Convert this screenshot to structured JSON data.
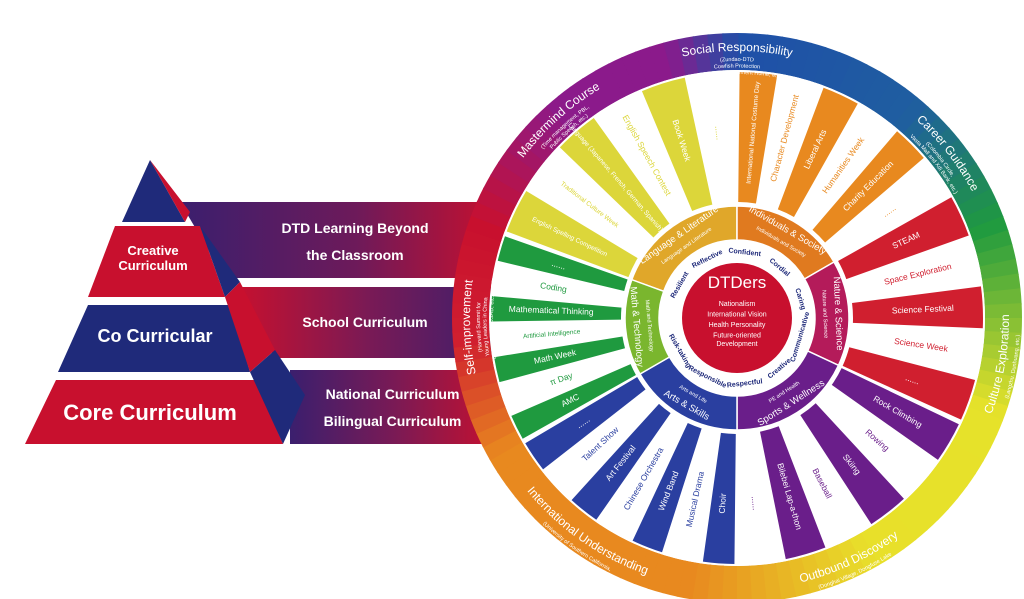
{
  "colors": {
    "navy": "#1f2a7a",
    "crimson": "#c8102e",
    "purple": "#8b1a8b",
    "blue": "#1f4fa8",
    "green": "#1f9a3f",
    "yellow": "#e6e22a",
    "orange": "#e8891f",
    "red": "#d01f2f",
    "lang_yellow": "#dcd63a",
    "lang_gold": "#e0a72a",
    "indiv_orange": "#e07a1f",
    "nature_magenta": "#b41b5a",
    "sports_purple": "#6a1e8a",
    "arts_blue": "#2a3fa0",
    "math_green": "#7ab62e"
  },
  "pyramid": {
    "tiers": [
      {
        "label": "Creative Curriculum",
        "band": [
          "DTD Learning Beyond",
          "the Classroom"
        ]
      },
      {
        "label": "Co Curricular",
        "band": [
          "School Curriculum"
        ]
      },
      {
        "label": "Core Curriculum",
        "band": [
          "National Curriculum",
          "Bilingual Curriculum"
        ]
      }
    ]
  },
  "center": {
    "title": "DTDers",
    "values": [
      "Nationalism",
      "International Vision",
      "Health Personality",
      "Future-oriented",
      "Development"
    ]
  },
  "traits_ring": [
    "Resilient",
    "Reflective",
    "Confident",
    "Cordial",
    "Caring",
    "Communicative",
    "Creative",
    "Respectful",
    "Responsible",
    "Risk-taking"
  ],
  "inner_domains": [
    {
      "name": "Language & Literature",
      "sub": "Language and Literature"
    },
    {
      "name": "Individuals & Society",
      "sub": "Individuals and Society"
    },
    {
      "name": "Nature & Science",
      "sub": "Nature and Science"
    },
    {
      "name": "Sports & Wellness",
      "sub": "PE and Health"
    },
    {
      "name": "Arts & Skills",
      "sub": "Arts and Life"
    },
    {
      "name": "Math & Technology",
      "sub": "Math and Technology"
    }
  ],
  "activities": {
    "language": [
      "English Spelling Competition",
      "Traditional Culture Week",
      "Language (Japanese, French, German, Spanish)",
      "English Speech Contest",
      "Book Week",
      "......"
    ],
    "society": [
      "International National Costume Day",
      "Character Development",
      "Liberal Arts",
      "Humanities Week",
      "Charity Education",
      "......"
    ],
    "science": [
      "STEAM",
      "Space Exploration",
      "Science Festival",
      "Science Week",
      "......"
    ],
    "sports": [
      "Rock Climbing",
      "Rowing",
      "Skiing",
      "Baseball",
      "Bilebei Lap-a-thon",
      "......"
    ],
    "arts": [
      "Choir",
      "Musical Drama",
      "Wind Band",
      "Chinese Orchestra",
      "Art Festival",
      "Talent Show",
      "......"
    ],
    "math": [
      "AMC",
      "π Day",
      "Math Week",
      "Artificial Intelligence",
      "Mathematical Thinking",
      "Coding",
      "......"
    ]
  },
  "outer_ring": [
    {
      "title": "Social Responsibility",
      "sub": [
        "(Zundao-DTD",
        "Cowfish Protection",
        "Wonder Lane Retirement Home, etc.)"
      ]
    },
    {
      "title": "Career Guidance",
      "sub": [
        "(Colombia Circle,",
        "Vasta Mall and Xdi Bank, etc.)"
      ]
    },
    {
      "title": "Culture Exploration",
      "sub": [
        "(Langzhu, Dunhuang, etc.)"
      ]
    },
    {
      "title": "Outbound Discovery",
      "sub": [
        "(Donghai Village, Dongfuse Lake",
        "Bird Observation in Yunnan, etc.)"
      ]
    },
    {
      "title": "International Understanding",
      "sub": [
        "(University of Southern California,",
        "California Institute of Technology, etc.)"
      ]
    },
    {
      "title": "Self-improvement",
      "sub": [
        "(Harvard Summit for",
        "Young Leaders in China",
        "CTB, ASDAN, USAD, etc.)"
      ]
    },
    {
      "title": "Mastermind Course",
      "sub": [
        "(Time management, PBL,",
        "Public Speech, etc.)"
      ]
    }
  ]
}
